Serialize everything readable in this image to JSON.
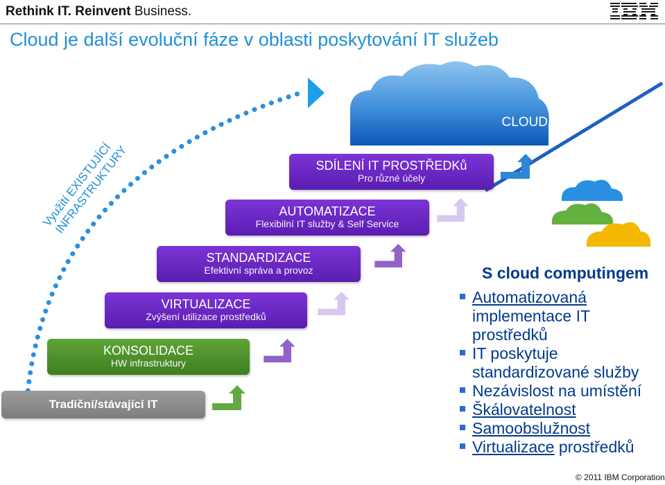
{
  "header": {
    "tagline_bold1": "Rethink IT.",
    "tagline_bold2": "Reinvent",
    "tagline_thin": "Business.",
    "brand": "IBM"
  },
  "title": "Cloud je další evoluční fáze v oblasti poskytování IT služeb",
  "arc_label": {
    "line1": "Využití EXISTUJÍCÍ",
    "line2": "INFRASTRUKTURY"
  },
  "steps": [
    {
      "title": "Tradiční/stávající IT",
      "subtitle": ""
    },
    {
      "title": "KONSOLIDACE",
      "subtitle": "HW infrastruktury"
    },
    {
      "title": "VIRTUALIZACE",
      "subtitle": "Zvýšení utilizace prostředků"
    },
    {
      "title": "STANDARDIZACE",
      "subtitle": "Efektivní správa a provoz"
    },
    {
      "title": "AUTOMATIZACE",
      "subtitle": "Flexibilní IT služby & Self Service"
    },
    {
      "title": "SDÍLENÍ IT PROSTŘEDKů",
      "subtitle": "Pro různé účely"
    }
  ],
  "cloud": {
    "label": "CLOUD"
  },
  "benefits": {
    "title": "S cloud computingem",
    "items": [
      {
        "underlined": "Automatizovaná",
        "rest": " implementace IT prostředků"
      },
      {
        "underlined": "",
        "rest": "IT poskytuje standardizované služby"
      },
      {
        "underlined": "",
        "rest": "Nezávislost na umístění"
      },
      {
        "underlined": "Škálovatelnost",
        "rest": ""
      },
      {
        "underlined": "Samoobslužnost",
        "rest": ""
      },
      {
        "underlined": "Virtualizace",
        "rest": " prostředků"
      }
    ]
  },
  "colors": {
    "title": "#1f8fd8",
    "step_purple": "#6a28c4",
    "step_green": "#4f9230",
    "step_gray": "#8a8a8a",
    "arc_blue": "#2a8fe0",
    "cloud_blue": "#1e6fc8",
    "benefit_text": "#003a8c"
  },
  "footer": {
    "copyright": "© 2011 IBM Corporation"
  }
}
